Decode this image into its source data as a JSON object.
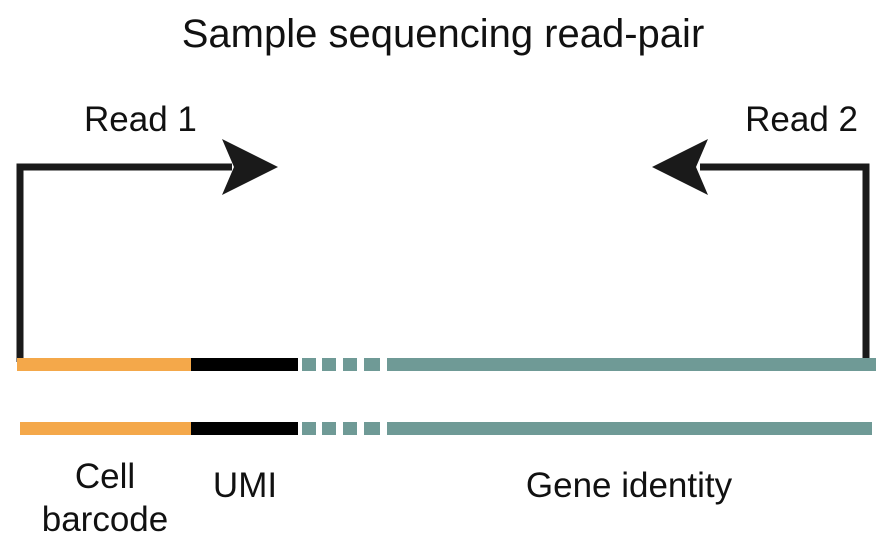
{
  "title": "Sample sequencing read-pair",
  "reads": {
    "read1_label": "Read 1",
    "read2_label": "Read 2"
  },
  "segments": {
    "cell_barcode_label": "Cell barcode",
    "umi_label": "UMI",
    "gene_label": "Gene identity"
  },
  "colors": {
    "cell_barcode": "#F4A84A",
    "umi": "#000000",
    "gene": "#6F9A96",
    "arrow": "#1A1A1A"
  }
}
